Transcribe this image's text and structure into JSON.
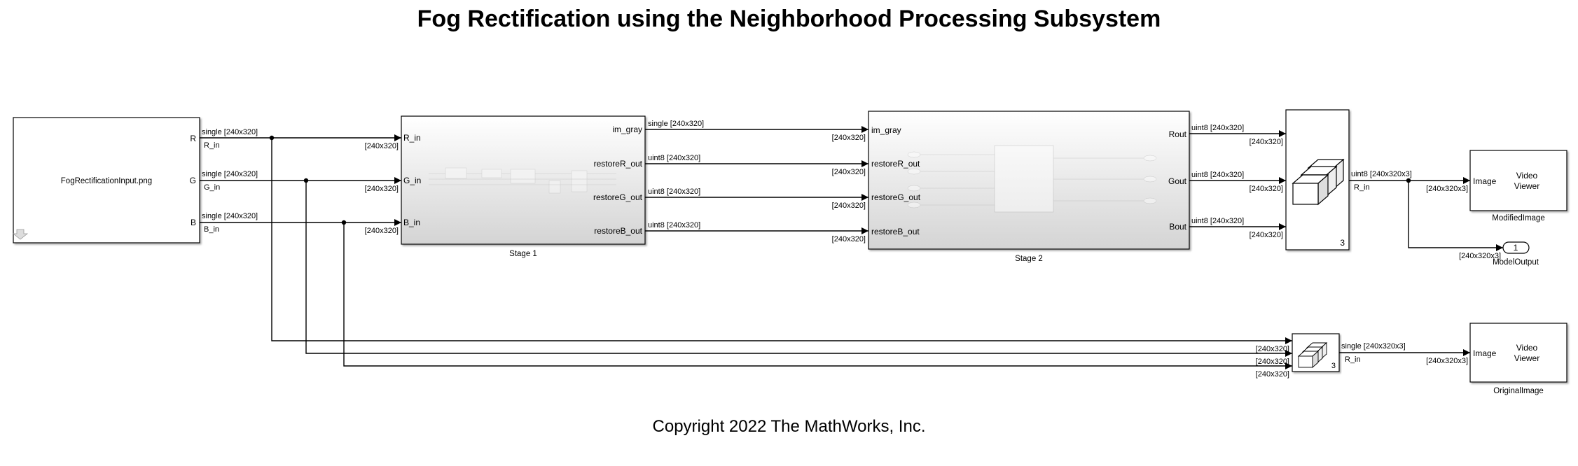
{
  "title": "Fog Rectification using the Neighborhood Processing Subsystem",
  "copyright": "Copyright 2022 The MathWorks, Inc.",
  "source_block": {
    "label": "FogRectificationInput.png",
    "ports": [
      "R",
      "G",
      "B"
    ]
  },
  "source_signals": [
    {
      "type": "single [240x320]",
      "name": "R_in"
    },
    {
      "type": "single [240x320]",
      "name": "G_in"
    },
    {
      "type": "single [240x320]",
      "name": "B_in"
    }
  ],
  "stage1": {
    "name": "Stage 1",
    "inputs": [
      "R_in",
      "G_in",
      "B_in"
    ],
    "input_dims": [
      "[240x320]",
      "[240x320]",
      "[240x320]"
    ],
    "outputs": [
      "im_gray",
      "restoreR_out",
      "restoreG_out",
      "restoreB_out"
    ]
  },
  "stage1_out_signals": [
    "single [240x320]",
    "uint8 [240x320]",
    "uint8 [240x320]",
    "uint8 [240x320]"
  ],
  "stage2": {
    "name": "Stage 2",
    "inputs": [
      "im_gray",
      "restoreR_out",
      "restoreG_out",
      "restoreB_out"
    ],
    "input_dims": [
      "[240x320]",
      "[240x320]",
      "[240x320]",
      "[240x320]"
    ],
    "outputs": [
      "Rout",
      "Gout",
      "Bout"
    ]
  },
  "stage2_out_signals": [
    "uint8 [240x320]",
    "uint8 [240x320]",
    "uint8 [240x320]"
  ],
  "concat_top": {
    "input_dims": [
      "[240x320]",
      "[240x320]",
      "[240x320]"
    ],
    "dimension": "3"
  },
  "concat_top_out": {
    "type": "uint8 [240x320x3]",
    "name": "R_in"
  },
  "viewer_top": {
    "port": "Image",
    "title": "Video\nViewer",
    "name": "ModifiedImage",
    "input_dim": "[240x320x3]"
  },
  "outport": {
    "number": "1",
    "name": "ModelOutput",
    "input_dim": "[240x320x3]"
  },
  "concat_bottom": {
    "input_dims": [
      "[240x320]",
      "[240x320]",
      "[240x320]"
    ],
    "dimension": "3"
  },
  "concat_bottom_out": {
    "type": "single [240x320x3]",
    "name": "R_in"
  },
  "viewer_bottom": {
    "port": "Image",
    "title": "Video\nViewer",
    "name": "OriginalImage",
    "input_dim": "[240x320x3]"
  },
  "colors": {
    "wire": "#000000",
    "block_border": "#000000",
    "subsystem_gradient_top": "#ffffff",
    "subsystem_gradient_bottom": "#d6d6d6"
  }
}
